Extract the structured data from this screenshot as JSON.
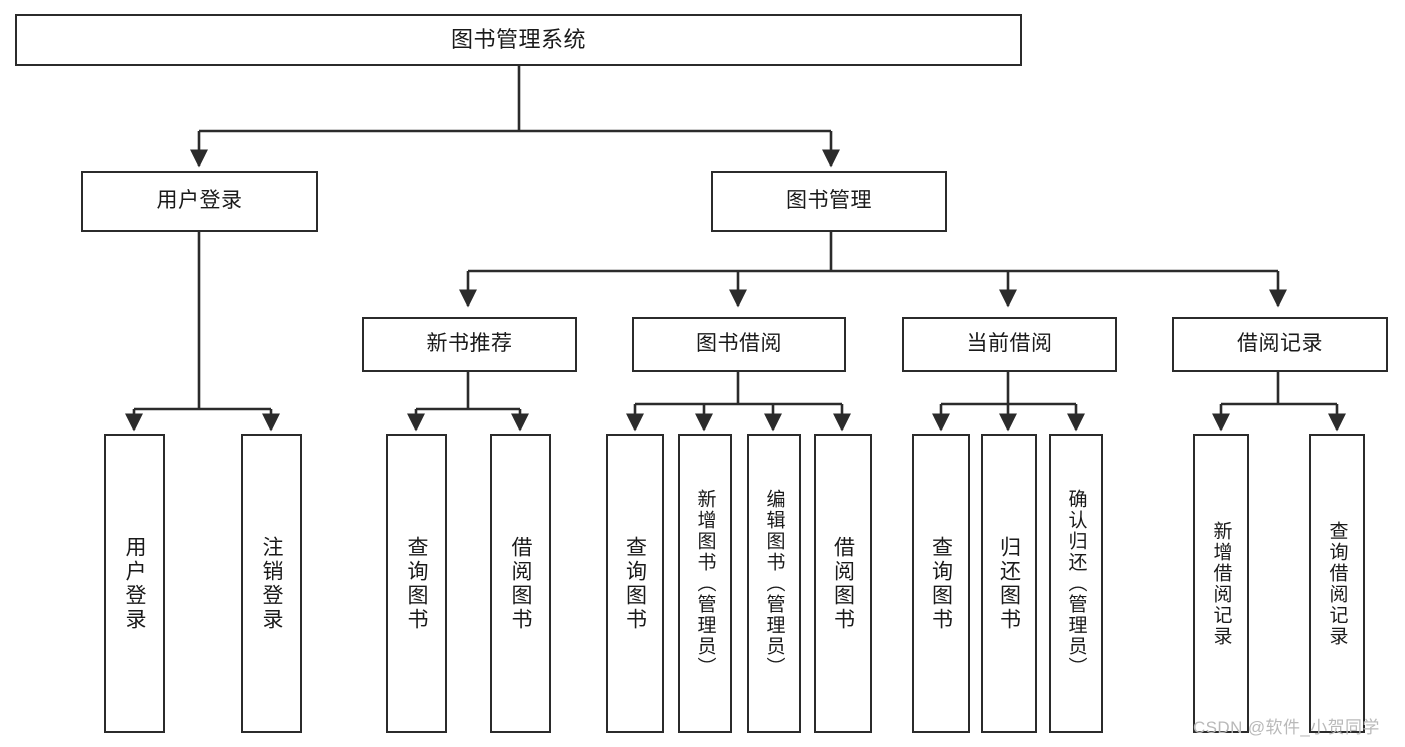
{
  "diagram": {
    "title": "图书管理系统",
    "type": "hierarchy-tree",
    "colors": {
      "box_border": "#2b2b2b",
      "box_fill": "#ffffff",
      "edge": "#2b2b2b",
      "text": "#1a1a1a",
      "watermark": "#b9b9b9",
      "background": "#ffffff"
    },
    "watermark": "CSDN @软件_小贺同学",
    "levels": {
      "level0": [
        "图书管理系统"
      ],
      "level1": [
        "用户登录",
        "图书管理"
      ],
      "level2": [
        "新书推荐",
        "图书借阅",
        "当前借阅",
        "借阅记录"
      ],
      "level3": [
        "用户登录",
        "注销登录",
        "查询图书",
        "借阅图书",
        "查询图书",
        "新增图书（管理员）",
        "编辑图书（管理员）",
        "借阅图书",
        "查询图书",
        "归还图书",
        "确认归还（管理员）",
        "新增借阅记录",
        "查询借阅记录"
      ]
    },
    "nodes": {
      "root": {
        "label": "图书管理系统"
      },
      "user_login": {
        "label": "用户登录"
      },
      "book_manage": {
        "label": "图书管理"
      },
      "new_book_rec": {
        "label": "新书推荐"
      },
      "book_borrow": {
        "label": "图书借阅"
      },
      "current_borrow": {
        "label": "当前借阅"
      },
      "borrow_record": {
        "label": "借阅记录"
      },
      "leaf_user_login": {
        "label": "用户登录"
      },
      "leaf_logout": {
        "label": "注销登录"
      },
      "leaf_query_book_a": {
        "label": "查询图书"
      },
      "leaf_borrow_book_a": {
        "label": "借阅图书"
      },
      "leaf_query_book_b": {
        "label": "查询图书"
      },
      "leaf_add_book": {
        "label": "新增图书（管理员）"
      },
      "leaf_edit_book": {
        "label": "编辑图书（管理员）"
      },
      "leaf_borrow_book_b": {
        "label": "借阅图书"
      },
      "leaf_query_book_c": {
        "label": "查询图书"
      },
      "leaf_return_book": {
        "label": "归还图书"
      },
      "leaf_confirm_return": {
        "label": "确认归还（管理员）"
      },
      "leaf_add_record": {
        "label": "新增借阅记录"
      },
      "leaf_query_record": {
        "label": "查询借阅记录"
      }
    }
  }
}
